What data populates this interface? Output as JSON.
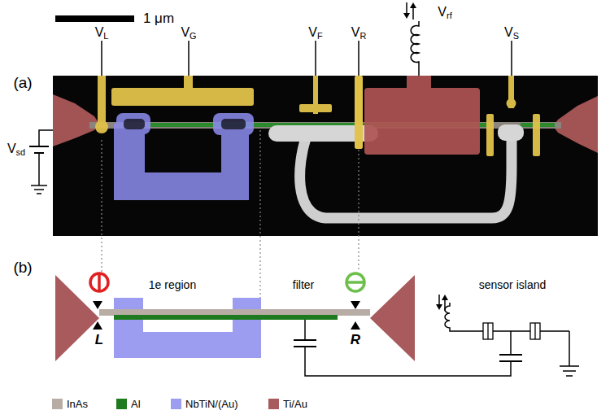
{
  "diagram": {
    "labels": [
      "1 μm",
      "VL",
      "VG",
      "VF",
      "VR",
      "Vrf",
      "VS",
      "(a)",
      "Vsd",
      "(b)",
      "1e region",
      "filter",
      "L",
      "R",
      "sensor island"
    ],
    "legend": [
      {
        "text": "InAs",
        "color": "#b8ada5"
      },
      {
        "text": "Al",
        "color": "#1e7a1e"
      },
      {
        "text": "NbTiN/(Au)",
        "color": "#9c9cf0"
      },
      {
        "text": "Ti/Au",
        "color": "#a85a5c"
      }
    ]
  }
}
